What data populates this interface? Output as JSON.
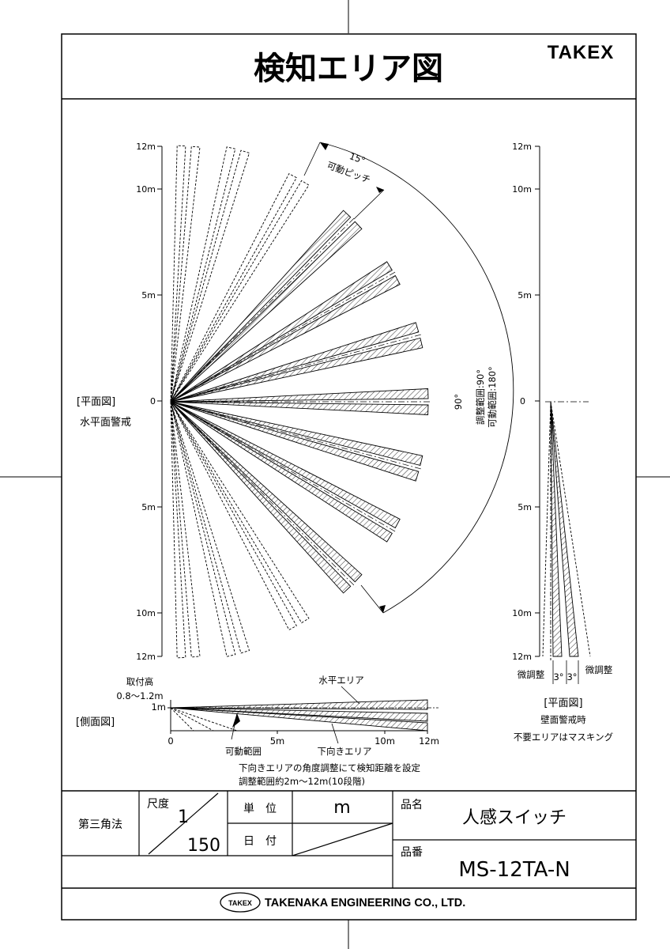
{
  "title": "検知エリア図",
  "brand": "TAKEX",
  "plan_view": {
    "label": "[平面図]",
    "sublabel": "水平面警戒",
    "ticks": [
      "12m",
      "10m",
      "5m",
      "0",
      "5m",
      "10m",
      "12m"
    ],
    "pitch_angle": "15°",
    "pitch_label": "可動ピッチ",
    "arc_angle": "90°",
    "adjust_range": "調整範囲:90°",
    "movable_range": "可動範囲:180°"
  },
  "wall_view": {
    "label": "[平面図]",
    "sublabel": "壁面警戒時",
    "note": "不要エリアはマスキング",
    "ticks": [
      "12m",
      "10m",
      "5m",
      "0",
      "5m",
      "10m",
      "12m"
    ],
    "fine_left": "微調整",
    "fine_right": "微調整",
    "angle_left": "3°",
    "angle_right": "3°"
  },
  "side_view": {
    "label": "[側面図]",
    "mount_label": "取付高",
    "mount_range": "0.8〜1.2m",
    "height_tick": "1m",
    "x_ticks": [
      "0",
      "5m",
      "10m",
      "12m"
    ],
    "horizontal_area": "水平エリア",
    "downward_area": "下向きエリア",
    "movable_range": "可動範囲",
    "note1": "下向きエリアの角度調整にて検知距離を設定",
    "note2": "調整範囲約2m〜12m(10段階)"
  },
  "title_block": {
    "projection": "第三角法",
    "scale_label": "尺度",
    "scale_num": "1",
    "scale_den": "150",
    "unit_label": "単　位",
    "unit_value": "m",
    "date_label": "日　付",
    "date_value": "",
    "product_name_label": "品名",
    "product_name": "人感スイッチ",
    "product_no_label": "品番",
    "product_no": "MS-12TA-N"
  },
  "footer": {
    "logo": "TAKEX",
    "company": "TAKENAKA ENGINEERING CO., LTD."
  }
}
